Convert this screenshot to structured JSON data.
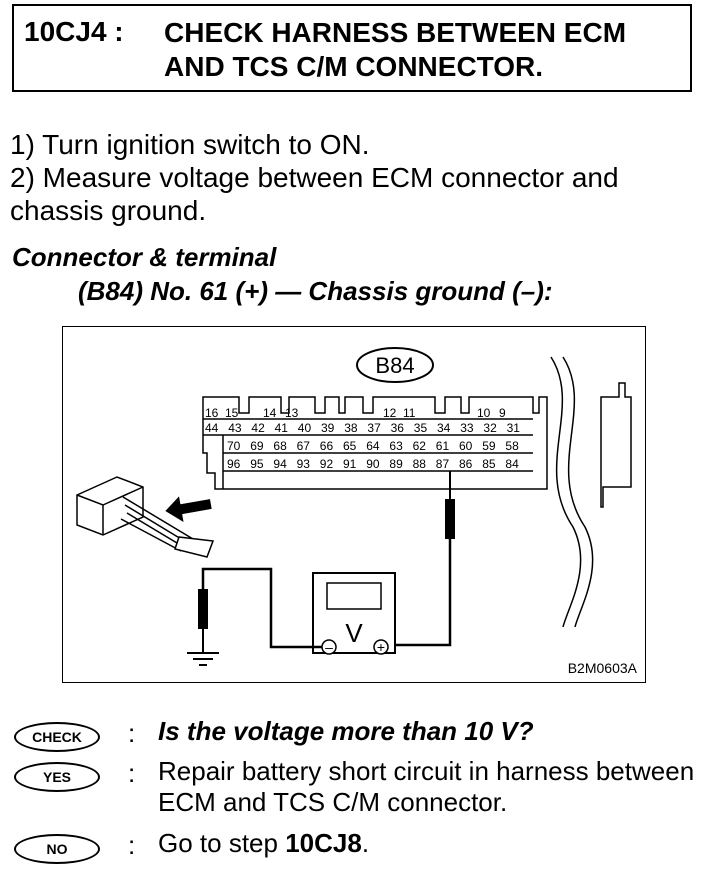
{
  "header": {
    "step_id": "10CJ4 :",
    "title_line1": "CHECK HARNESS BETWEEN ECM",
    "title_line2": "AND TCS C/M CONNECTOR."
  },
  "instructions": [
    "1)  Turn ignition switch to ON.",
    "2)  Measure voltage between ECM connector and",
    "chassis ground."
  ],
  "connector": {
    "heading": "Connector & terminal",
    "spec": "(B84) No. 61 (+) — Chassis ground (–):"
  },
  "diagram": {
    "connector_id": "B84",
    "figure_id": "B2M0603A",
    "meter_symbol": "V",
    "negative_symbol": "–",
    "positive_symbol": "+",
    "row1": [
      "16",
      "15",
      "14",
      "13",
      "12",
      "11",
      "10",
      "9"
    ],
    "row2": [
      "44",
      "43",
      "42",
      "41",
      "40",
      "39",
      "38",
      "37",
      "36",
      "35",
      "34",
      "33",
      "32",
      "31"
    ],
    "row3": [
      "70",
      "69",
      "68",
      "67",
      "66",
      "65",
      "64",
      "63",
      "62",
      "61",
      "60",
      "59",
      "58"
    ],
    "row4": [
      "96",
      "95",
      "94",
      "93",
      "92",
      "91",
      "90",
      "89",
      "88",
      "87",
      "86",
      "85",
      "84"
    ]
  },
  "results": {
    "check_label": "CHECK",
    "check_text": "Is the voltage more than 10 V?",
    "yes_label": "YES",
    "yes_text": "Repair battery short circuit in harness between ECM and TCS C/M connector.",
    "no_label": "NO",
    "no_text_prefix": "Go to step ",
    "no_step": "10CJ8",
    "no_text_suffix": ".",
    "colon": ":"
  }
}
